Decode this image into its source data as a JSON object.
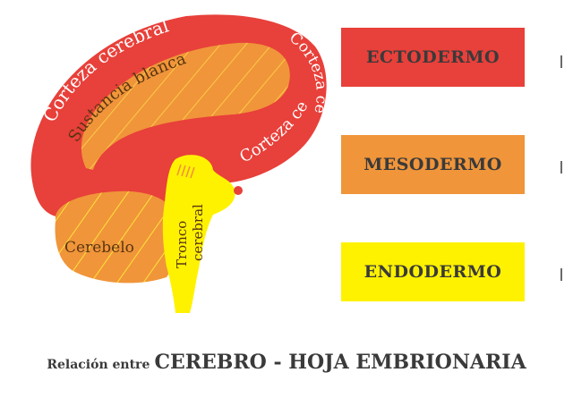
{
  "labels": {
    "corteza_top": "Corteza cerebral",
    "corteza_right": "Corteza cerebral",
    "corteza_lower": "Corteza cerebral",
    "sustancia": "Sustancia blanca",
    "cerebelo": "Cerebelo",
    "tronco_1": "Tronco",
    "tronco_2": "cerebral"
  },
  "legend": {
    "ectodermo": "ECTODERMO",
    "mesodermo": "MESODERMO",
    "endodermo": "ENDODERMO"
  },
  "caption": {
    "prefix": "Relación entre",
    "main": "CEREBRO - HOJA EMBRIONARIA"
  },
  "colors": {
    "ectodermo": "#e8403a",
    "mesodermo": "#f0953a",
    "endodermo": "#fff200"
  }
}
